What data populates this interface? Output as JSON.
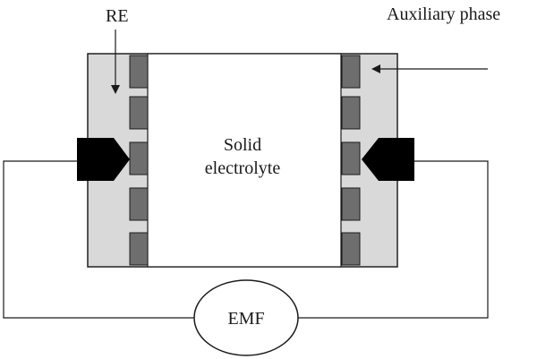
{
  "labels": {
    "re": "RE",
    "auxiliary_phase": "Auxiliary phase",
    "electrolyte_line1": "Solid",
    "electrolyte_line2": "electrolyte",
    "emf": "EMF"
  },
  "colors": {
    "background": "#ffffff",
    "outline": "#1a1a1a",
    "electrode_panel": "#d9d9d9",
    "electrode_block": "#6e6e6e",
    "contact": "#000000"
  },
  "icons": [
    "arrow-down-icon",
    "arrow-left-icon"
  ]
}
